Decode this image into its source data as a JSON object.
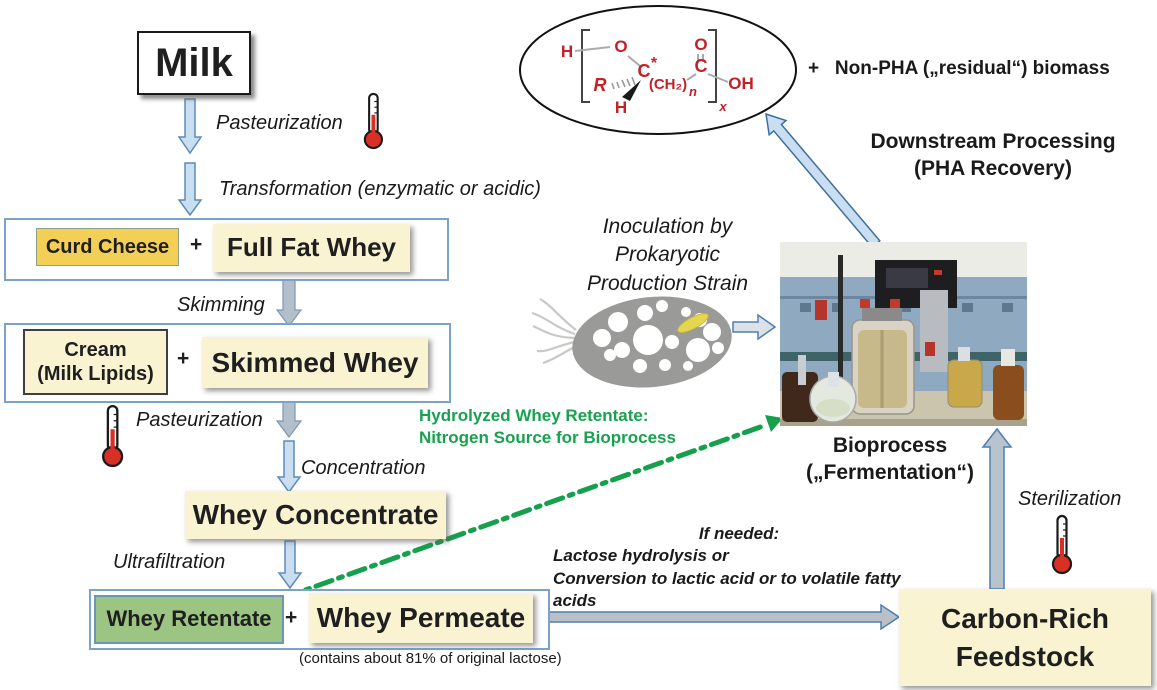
{
  "title": "Whey-to-PHA bioprocess flow diagram",
  "colors": {
    "cream_box": "#FAF3D2",
    "gold_box": "#F4CF56",
    "green_box": "#9CC584",
    "container_border": "#7BA3C8",
    "arrow_light_blue": "#C9DEF1",
    "arrow_gray": "#B5C0CA",
    "green_accent": "#18A14E",
    "thermometer_red": "#D93025",
    "chem_red": "#C22128"
  },
  "boxes": {
    "milk": "Milk",
    "curd_cheese": "Curd Cheese",
    "full_fat_whey": "Full Fat Whey",
    "cream_line1": "Cream",
    "cream_line2": "(Milk Lipids)",
    "skimmed_whey": "Skimmed Whey",
    "whey_concentrate": "Whey Concentrate",
    "whey_retentate": "Whey Retentate",
    "whey_permeate": "Whey Permeate",
    "carbon_rich_line1": "Carbon-Rich",
    "carbon_rich_line2": "Feedstock",
    "plus": "+"
  },
  "process_labels": {
    "pasteurization1": "Pasteurization",
    "transformation": "Transformation (enzymatic or acidic)",
    "skimming": "Skimming",
    "pasteurization2": "Pasteurization",
    "concentration": "Concentration",
    "ultrafiltration": "Ultrafiltration",
    "sterilization": "Sterilization"
  },
  "annotations": {
    "lactose_note": "(contains about 81% of original lactose)",
    "hydrolyzed_line1": "Hydrolyzed Whey Retentate:",
    "hydrolyzed_line2": "Nitrogen Source for Bioprocess",
    "if_needed_title": "If needed:",
    "if_needed_line1": "Lactose hydrolysis or",
    "if_needed_line2": "Conversion to lactic acid or to volatile fatty acids",
    "inoculation_line1": "Inoculation by",
    "inoculation_line2": "Prokaryotic",
    "inoculation_line3": "Production Strain",
    "bioprocess_line1": "Bioprocess",
    "bioprocess_line2": "(„Fermentation“)",
    "downstream_line1": "Downstream Processing",
    "downstream_line2": "(PHA Recovery)",
    "non_pha": "+   Non-PHA („residual“) biomass"
  },
  "chemistry": {
    "h_top": "H",
    "o_top": "O",
    "c_center": "C",
    "asterisk": "*",
    "r_group": "R",
    "ch2": "(CH₂)",
    "n_sub": "n",
    "c_right": "C",
    "o_right": "O",
    "oh": "OH",
    "x_sub": "x",
    "h_bottom": "H"
  }
}
